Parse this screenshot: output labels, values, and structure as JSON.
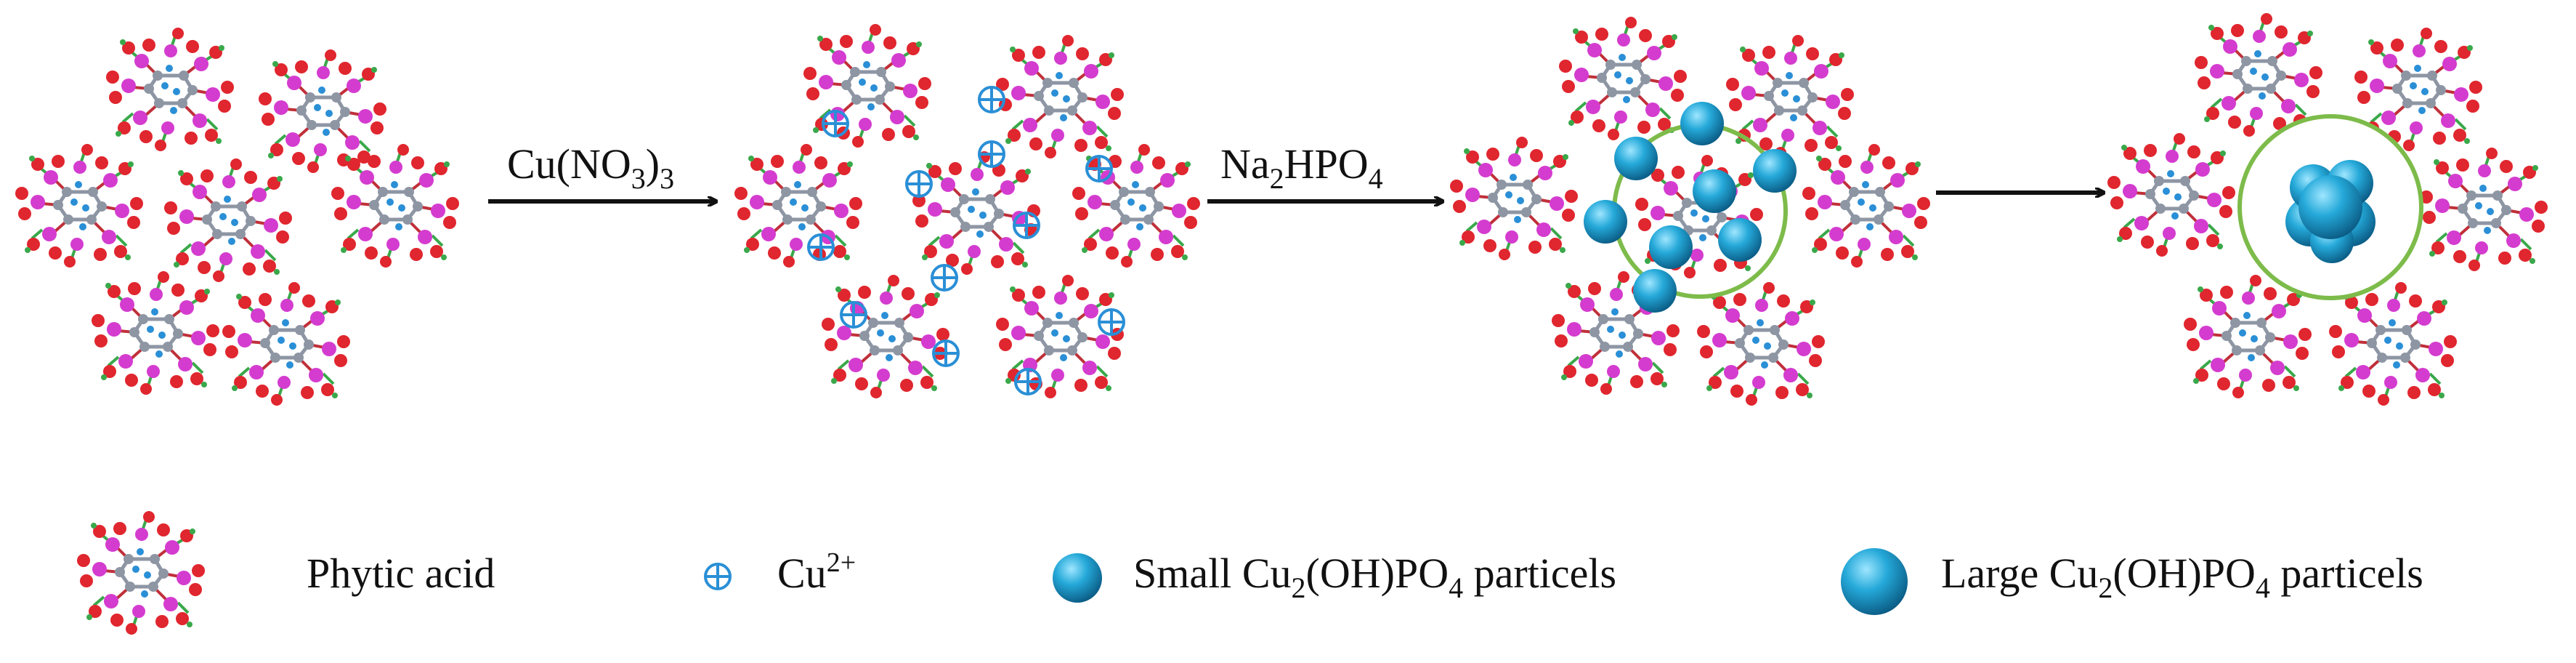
{
  "steps": {
    "step1_reagent": {
      "main": "Cu(NO",
      "sub": "3",
      "close": ")",
      "sub2": "3"
    },
    "step2_reagent": {
      "pre": "Na",
      "sub": "2",
      "post": "HPO",
      "sub2": "4"
    },
    "step3_reagent": ""
  },
  "legend": {
    "phytic_acid": "Phytic acid",
    "cu_ion": {
      "main": "Cu",
      "sup": "2+"
    },
    "small_particles": {
      "pre": "Small Cu",
      "sub": "2",
      "mid": "(OH)PO",
      "sub2": "4",
      "post": " particels"
    },
    "large_particles": {
      "pre": "Large Cu",
      "sub": "2",
      "mid": "(OH)PO",
      "sub2": "4",
      "post": " particels"
    }
  },
  "colors": {
    "oxygen": "#e0262e",
    "phosphorus": "#d43ccf",
    "carbon": "#8e96a4",
    "hydrogen": "#2a8fd6",
    "bond_green": "#3aa84a",
    "ion": "#2a8fd6",
    "particle": "#1f9fd0",
    "shell": "#7dbb4a",
    "arrow": "#111111"
  },
  "icons": [
    "phytic-acid-molecule",
    "cu-ion-symbol",
    "small-particle-sphere",
    "large-particle-sphere"
  ]
}
